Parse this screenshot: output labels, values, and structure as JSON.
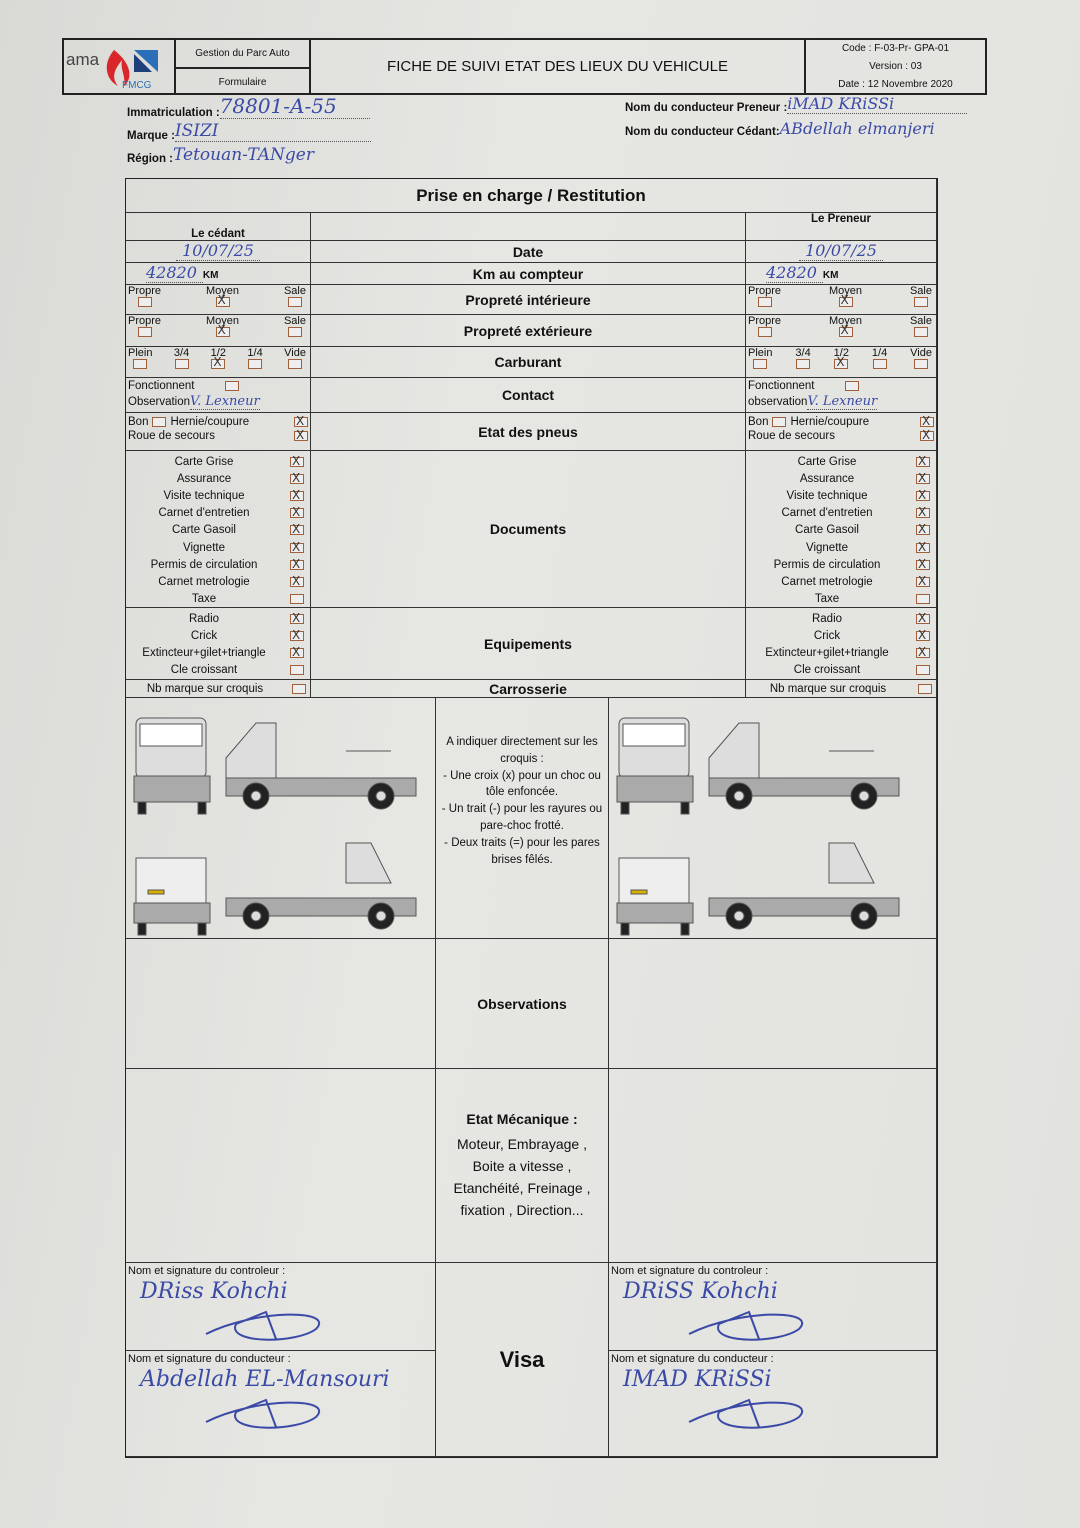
{
  "header": {
    "logo_text": "ama",
    "logo_sub": "FMCG",
    "dept": "Gestion du Parc Auto",
    "doc_type": "Formulaire",
    "title": "FICHE DE SUIVI ETAT DES LIEUX DU VEHICULE",
    "code": "Code : F-03-Pr- GPA-01",
    "version": "Version : 03",
    "date": "Date : 12 Novembre 2020"
  },
  "vehicle": {
    "immat_label": "Immatriculation :",
    "immat": "78801-A-55",
    "marque_label": "Marque :",
    "marque": "ISIZI",
    "region_label": "Région :",
    "region": "Tetouan-TANger",
    "preneur_label": "Nom du conducteur Preneur :",
    "preneur": "iMAD KRiSSi",
    "cedant_label": "Nom du conducteur Cédant:",
    "cedant": "ABdellah elmanjeri"
  },
  "table": {
    "title": "Prise en charge / Restitution",
    "left_head": "Le cédant",
    "right_head": "Le Preneur",
    "rows": {
      "date": {
        "label": "Date",
        "left": "10/07/25",
        "right": "10/07/25"
      },
      "km": {
        "label": "Km au compteur",
        "unit": "KM",
        "left": "42820",
        "right": "42820"
      },
      "prop_int": {
        "label": "Propreté intérieure",
        "options": [
          "Propre",
          "Moyen",
          "Sale"
        ],
        "left": [
          false,
          true,
          false
        ],
        "right": [
          false,
          true,
          false
        ]
      },
      "prop_ext": {
        "label": "Propreté extérieure",
        "options": [
          "Propre",
          "Moyen",
          "Sale"
        ],
        "left": [
          false,
          true,
          false
        ],
        "right": [
          false,
          true,
          false
        ]
      },
      "carburant": {
        "label": "Carburant",
        "options": [
          "Plein",
          "3/4",
          "1/2",
          "1/4",
          "Vide"
        ],
        "left": [
          false,
          false,
          true,
          false,
          false
        ],
        "right": [
          false,
          false,
          true,
          false,
          false
        ]
      },
      "contact": {
        "label": "Contact",
        "fonctionnent": "Fonctionnent",
        "obs_left": "Observation",
        "obs_right": "observation",
        "left": {
          "checked": false,
          "obs": "V. Lexneur"
        },
        "right": {
          "checked": false,
          "obs": "V. Lexneur"
        }
      },
      "pneus": {
        "label": "Etat des pneus",
        "bon": "Bon",
        "hernie": "Hernie/coupure",
        "roue": "Roue de secours",
        "left": {
          "bon": false,
          "hernie": true,
          "roue": true
        },
        "right": {
          "bon": false,
          "hernie": true,
          "roue": true
        }
      },
      "documents": {
        "label": "Documents",
        "items": [
          "Carte Grise",
          "Assurance",
          "Visite technique",
          "Carnet d'entretien",
          "Carte Gasoil",
          "Vignette",
          "Permis de circulation",
          "Carnet metrologie",
          "Taxe"
        ],
        "left": [
          true,
          true,
          true,
          true,
          true,
          true,
          true,
          true,
          false
        ],
        "right": [
          true,
          true,
          true,
          true,
          true,
          true,
          true,
          true,
          false
        ]
      },
      "equipements": {
        "label": "Equipements",
        "items": [
          "Radio",
          "Crick",
          "Extincteur+gilet+triangle",
          "Cle croissant"
        ],
        "left": [
          true,
          true,
          true,
          false
        ],
        "right": [
          true,
          true,
          true,
          false
        ]
      },
      "carrosserie": {
        "label": "Carrosserie",
        "item": "Nb marque sur croquis",
        "left": false,
        "right": false
      }
    },
    "croquis_note": [
      "A indiquer directement sur les croquis :",
      "- Une croix (x) pour un choc ou tôle enfoncée.",
      "- Un trait (-) pour les rayures ou pare-choc frotté.",
      "- Deux traits (=) pour les pares brises fêlés."
    ],
    "observations": "Observations",
    "mecanique_title": "Etat Mécanique  :",
    "mecanique_items": "Moteur, Embrayage , Boite a vitesse , Etanchéité, Freinage , fixation , Direction...",
    "visa": "Visa",
    "controleur_label": "Nom et signature du controleur :",
    "conducteur_label": "Nom et signature du conducteur :",
    "left_controleur": "DRiss Kohchi",
    "left_conducteur": "Abdellah EL-Mansouri",
    "right_controleur": "DRiSS Kohchi",
    "right_conducteur": "IMAD KRiSSi"
  },
  "colors": {
    "ink": "#3a4aa6",
    "box": "#a0603a",
    "logo_red": "#d9262b",
    "logo_blue": "#2a6fb8"
  }
}
